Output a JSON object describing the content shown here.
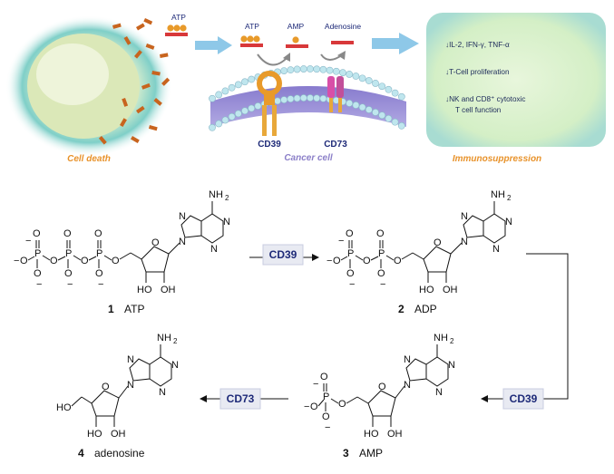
{
  "top_panel": {
    "captions": {
      "cell_death": "Cell death",
      "cancer_cell": "Cancer cell",
      "immunosuppression": "Immunosuppression"
    },
    "molecules": {
      "atp_left": "ATP",
      "atp": "ATP",
      "amp": "AMP",
      "adenosine": "Adenosine"
    },
    "enzymes": {
      "cd39": "CD39",
      "cd73": "CD73"
    },
    "effects": [
      "↓IL-2, IFN-γ, TNF-α",
      "↓T-Cell proliferation",
      "↓NK and CD8⁺ cytotoxic",
      "T cell function"
    ],
    "colors": {
      "caption_orange": "#e8922a",
      "caption_purple": "#8b7fc8",
      "arrow_blue": "#8ec8e8",
      "effects_box": "#d8f0c8",
      "cd73_pink": "#d84fa8",
      "cd39_orange": "#e89a2a"
    }
  },
  "compounds": {
    "c1": {
      "number": "1",
      "name": "ATP"
    },
    "c2": {
      "number": "2",
      "name": "ADP"
    },
    "c3": {
      "number": "3",
      "name": "AMP"
    },
    "c4": {
      "number": "4",
      "name": "adenosine"
    }
  },
  "reaction_enzymes": {
    "step1": "CD39",
    "step2": "CD39",
    "step3": "CD73"
  },
  "atoms": {
    "P": "P",
    "O": "O",
    "N": "N",
    "NH2": "NH",
    "sub2": "2",
    "OH": "OH",
    "HO": "HO",
    "minus": "−"
  }
}
